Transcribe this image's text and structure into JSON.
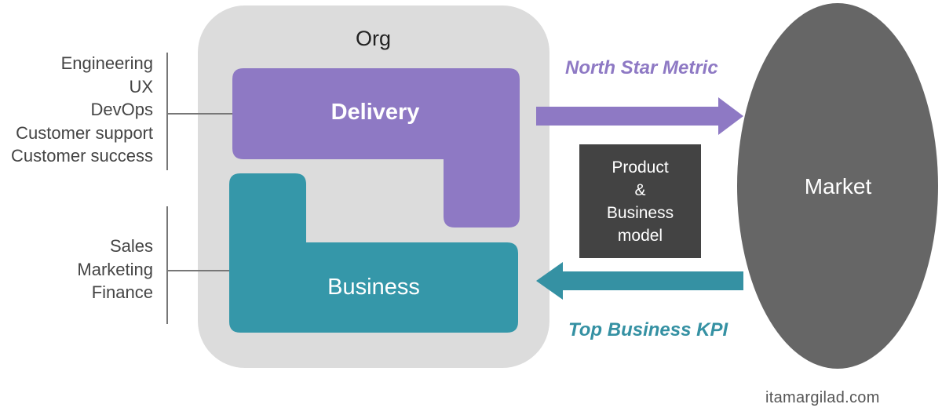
{
  "org": {
    "title": "Org"
  },
  "delivery": {
    "label": "Delivery",
    "color": "#8e79c4",
    "teams": [
      "Engineering",
      "UX",
      "DevOps",
      "Customer support",
      "Customer success"
    ]
  },
  "business": {
    "label": "Business",
    "color": "#3597a9",
    "teams": [
      "Sales",
      "Marketing",
      "Finance"
    ]
  },
  "arrows": {
    "north_star_metric": "North Star Metric",
    "top_business_kpi": "Top Business KPI"
  },
  "product_model": {
    "lines": [
      "Product",
      "&",
      "Business",
      "model"
    ]
  },
  "market": {
    "label": "Market",
    "color": "#666666"
  },
  "credit": "itamargilad.com"
}
